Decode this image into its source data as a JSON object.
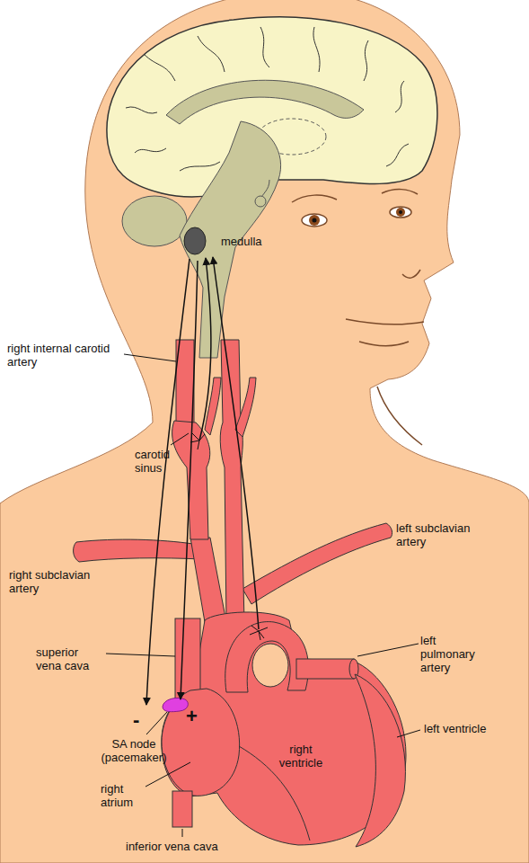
{
  "diagram": {
    "labels": [
      "medulla",
      "right internal carotid artery",
      "carotid sinus",
      "right subclavian artery",
      "left subclavian artery",
      "superior vena cava",
      "left pulmonary artery",
      "-",
      "+",
      "SA node (pacemaker)",
      "right ventricle",
      "left ventricle",
      "right atrium",
      "inferior vena cava"
    ]
  }
}
